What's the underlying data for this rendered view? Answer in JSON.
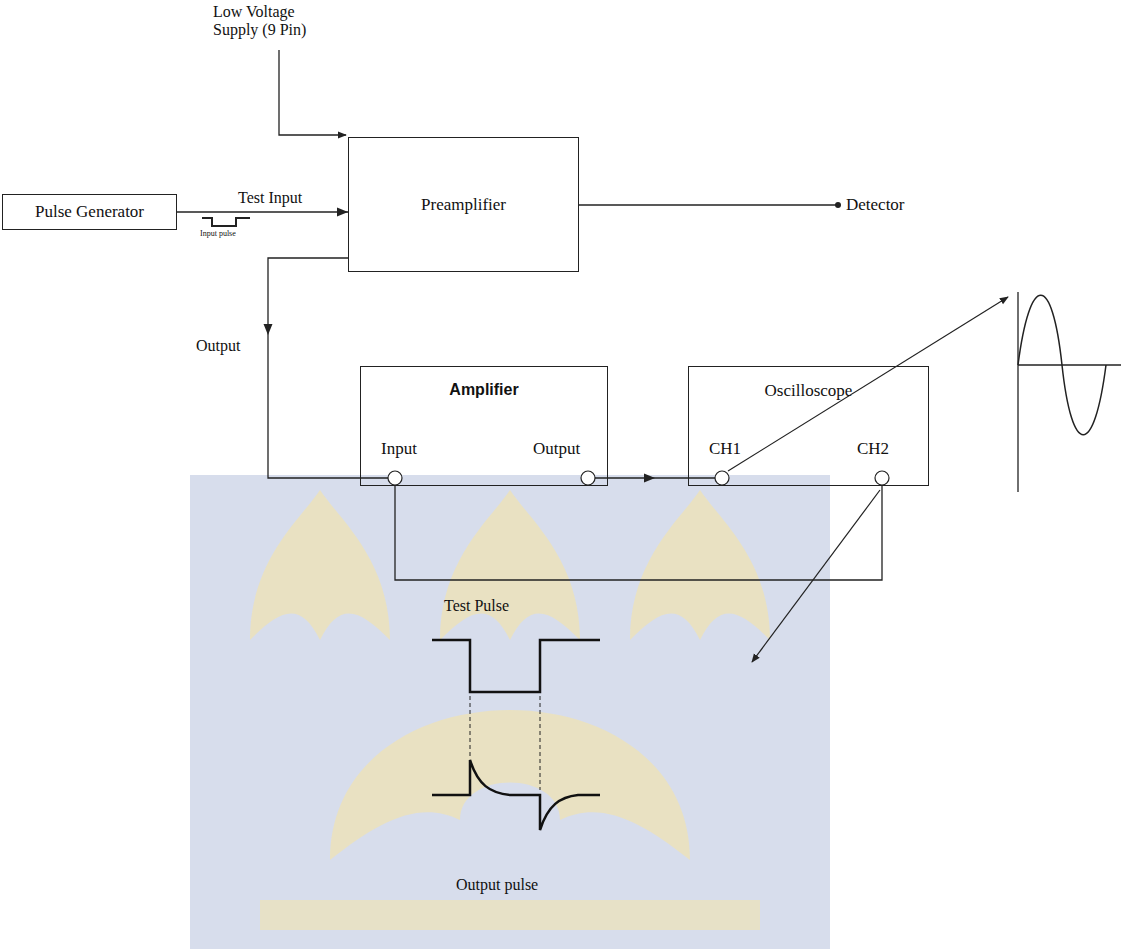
{
  "diagram": {
    "nodes": [
      {
        "text": [
          "Pulse Generator"
        ]
      },
      {
        "text": [
          "Preamplifier"
        ]
      },
      {
        "text": [
          "Amplifier",
          "Input",
          "Output"
        ]
      },
      {
        "text": [
          "Oscilloscope",
          "CH1",
          "CH2"
        ]
      }
    ],
    "edges": [
      {
        "from": 0,
        "to": 1,
        "arrow": "to",
        "label": "Test Input"
      },
      {
        "from": 1,
        "to": 2,
        "arrow": "to",
        "label": "Output"
      },
      {
        "from": 2,
        "to": 3,
        "arrow": "to"
      },
      {
        "from": 2,
        "to": 3,
        "arrow": "none"
      }
    ],
    "labels": [
      "Low Voltage Supply (9 Pin)",
      "Input pulse",
      "Detector",
      "Test Pulse",
      "Output pulse"
    ]
  }
}
